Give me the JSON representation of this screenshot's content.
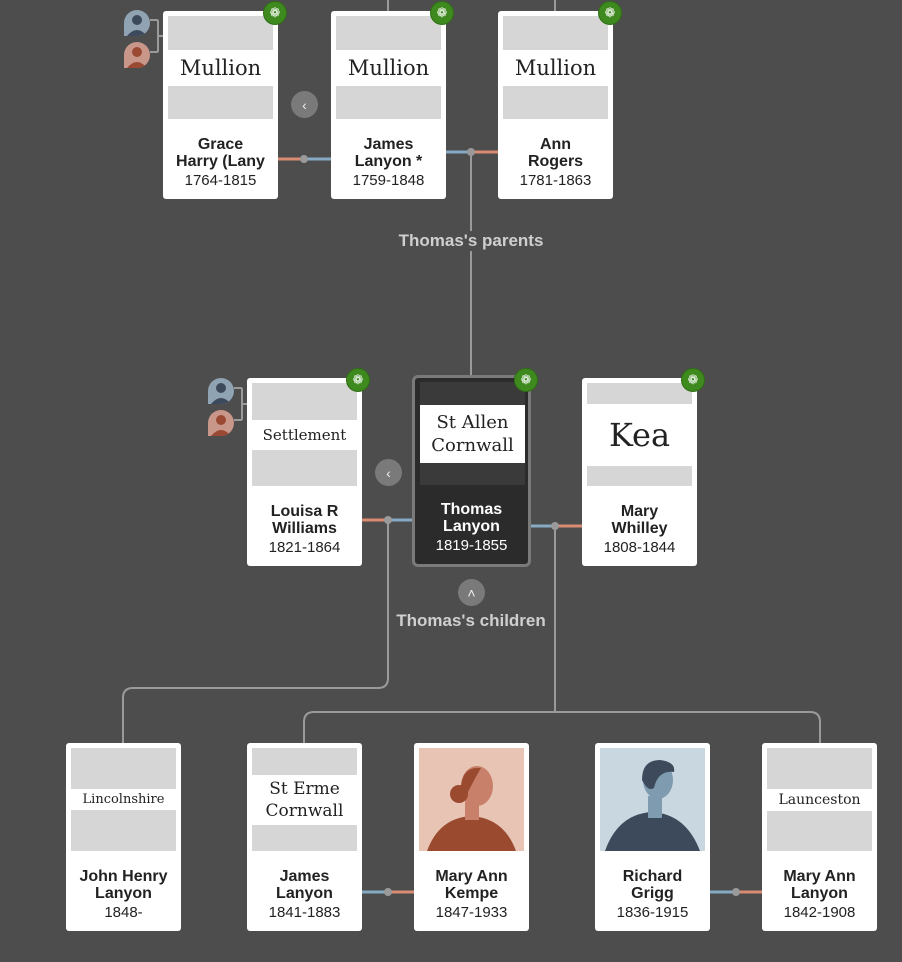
{
  "labels": {
    "parents": "Thomas's parents",
    "children": "Thomas's children"
  },
  "colors": {
    "male": "#86a9c4",
    "female": "#d98b74",
    "hint": "#3e8a1f"
  },
  "people": {
    "grace": {
      "place": "Mullion",
      "name1": "Grace",
      "name2": "Harry (Lany",
      "dates": "1764-1815"
    },
    "james_sr": {
      "place": "Mullion",
      "name1": "James",
      "name2": "Lanyon *",
      "dates": "1759-1848"
    },
    "ann": {
      "place": "Mullion",
      "name1": "Ann",
      "name2": "Rogers",
      "dates": "1781-1863"
    },
    "louisa": {
      "place": "Settlement",
      "name1": "Louisa R",
      "name2": "Williams",
      "dates": "1821-1864"
    },
    "thomas": {
      "place1": "St Allen",
      "place2": "Cornwall",
      "name1": "Thomas",
      "name2": "Lanyon",
      "dates": "1819-1855"
    },
    "mary": {
      "place": "Kea",
      "name1": "Mary",
      "name2": "Whilley",
      "dates": "1808-1844"
    },
    "john": {
      "place": "Lincolnshire",
      "name1": "John Henry",
      "name2": "Lanyon",
      "dates": "1848-"
    },
    "james_jr": {
      "place1": "St Erme",
      "place2": "Cornwall",
      "name1": "James",
      "name2": "Lanyon",
      "dates": "1841-1883"
    },
    "maryann_k": {
      "name1": "Mary Ann",
      "name2": "Kempe",
      "dates": "1847-1933"
    },
    "richard": {
      "name1": "Richard",
      "name2": "Grigg",
      "dates": "1836-1915"
    },
    "maryann_l": {
      "place": "Launceston",
      "name1": "Mary Ann",
      "name2": "Lanyon",
      "dates": "1842-1908"
    }
  }
}
